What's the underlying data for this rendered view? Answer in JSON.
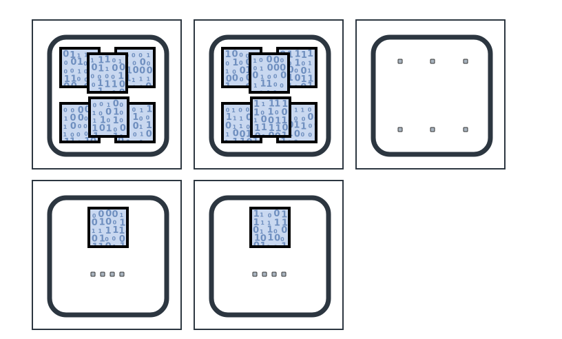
{
  "panels": [
    {
      "id": "t1",
      "state": "full",
      "chip_count": 6
    },
    {
      "id": "t2",
      "state": "full",
      "chip_count": 6
    },
    {
      "id": "t3",
      "state": "empty-slots",
      "slot_count": 6
    },
    {
      "id": "t4",
      "state": "single-chip",
      "chip_count": 1,
      "dot_count": 4
    },
    {
      "id": "t5",
      "state": "single-chip",
      "chip_count": 1,
      "dot_count": 4
    }
  ],
  "chip_glyphs": [
    "1",
    "0"
  ],
  "colors": {
    "frame": "#2c3640",
    "container_stroke": "#2c3640",
    "chip_fill": "#c9d8f0",
    "chip_border": "#000000",
    "bit_color": "#6f8fbf",
    "slot_fill": "#a9b4bf",
    "background": "#ffffff"
  },
  "icons": [
    "binary-data-chip-icon",
    "slot-dot-icon",
    "ellipsis-icon"
  ]
}
